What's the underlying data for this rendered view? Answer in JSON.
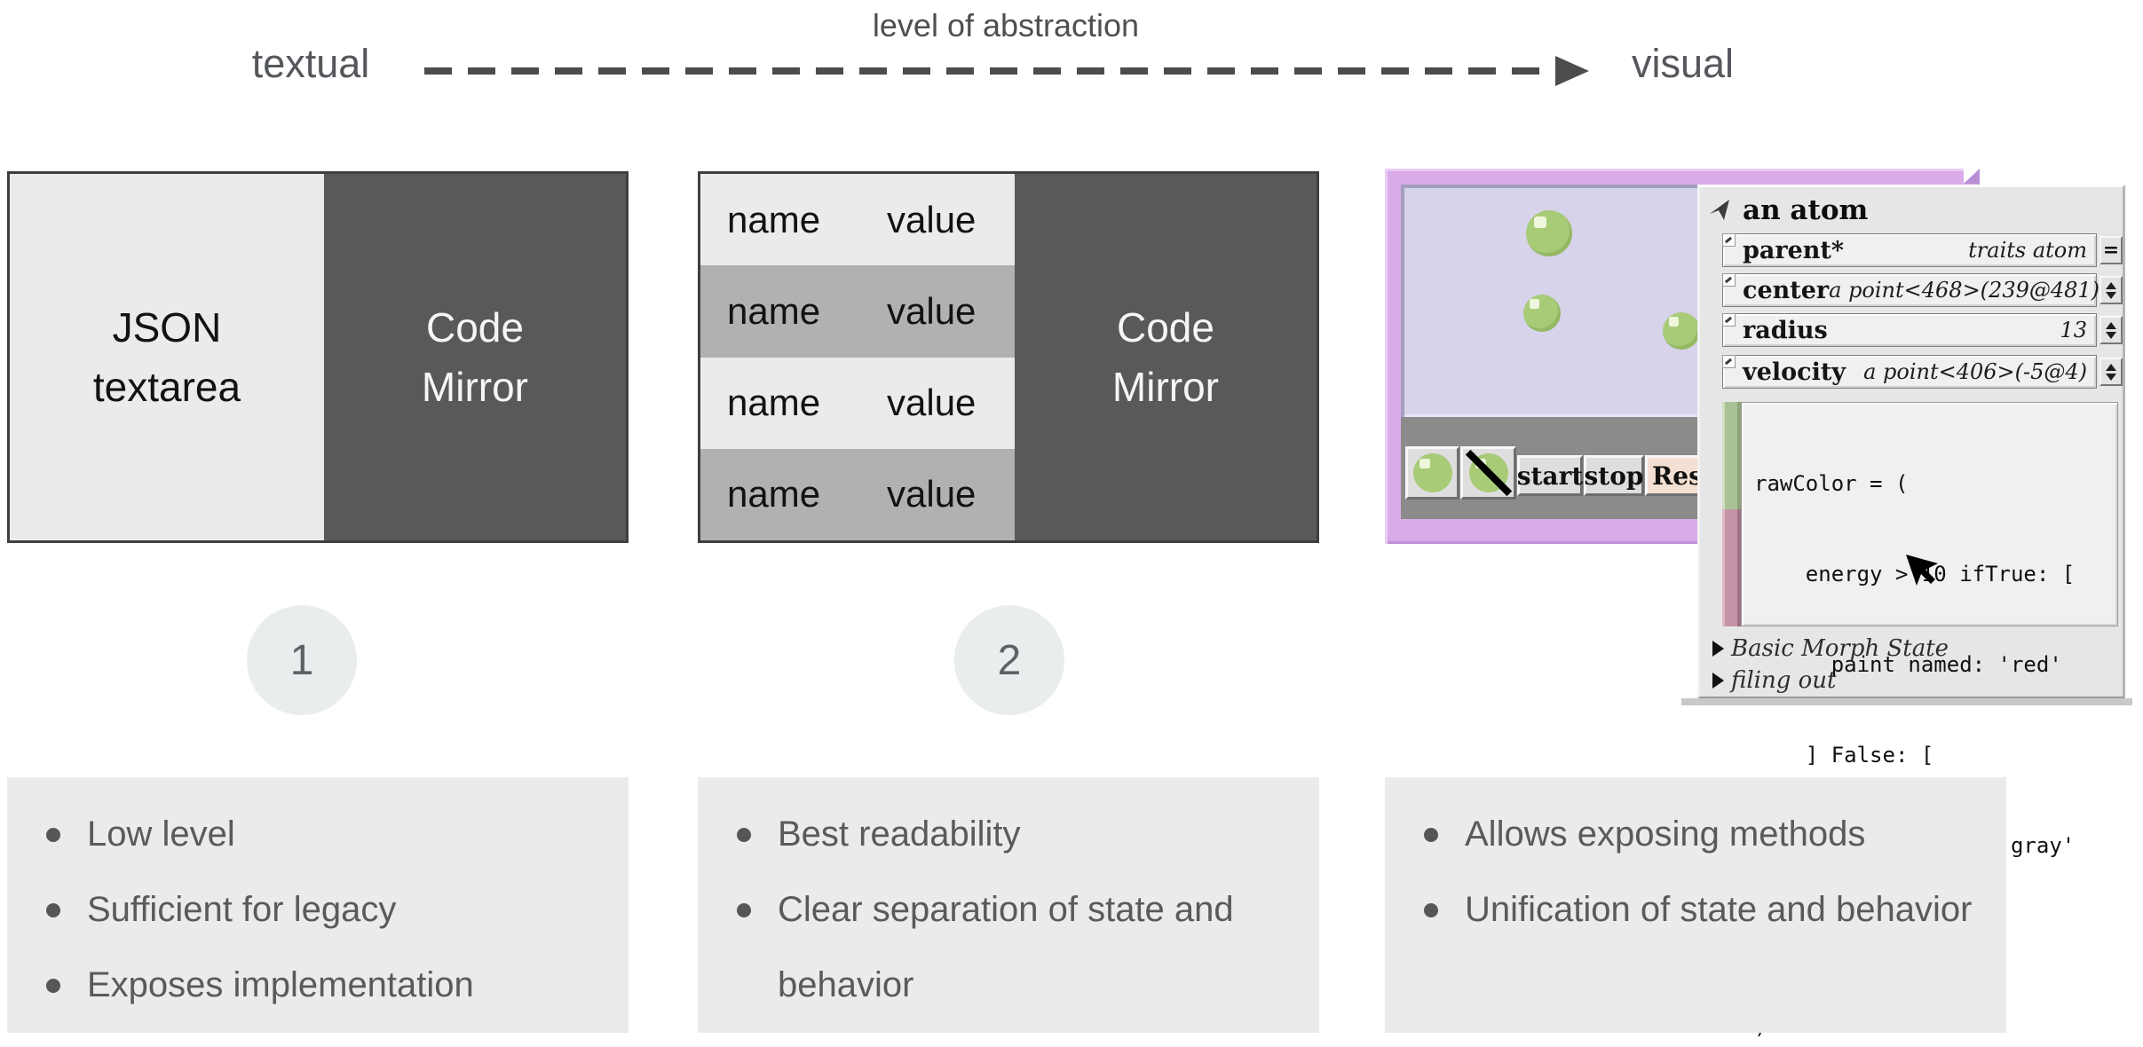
{
  "header": {
    "axis_label": "level of abstraction",
    "left_label": "textual",
    "right_label": "visual"
  },
  "approach1": {
    "number": "1",
    "box": {
      "left": "JSON textarea",
      "right": "Code Mirror"
    },
    "bullets": [
      "Low level",
      "Sufficient for legacy",
      "Exposes implementation"
    ]
  },
  "approach2": {
    "number": "2",
    "box": {
      "rows": [
        {
          "name": "name",
          "value": "value"
        },
        {
          "name": "name",
          "value": "value"
        },
        {
          "name": "name",
          "value": "value"
        },
        {
          "name": "name",
          "value": "value"
        }
      ],
      "right": "Code Mirror"
    },
    "bullets": [
      "Best readability",
      "Clear separation of state and behavior"
    ]
  },
  "approach3": {
    "bullets": [
      "Allows exposing methods",
      "Unification of state and behavior"
    ],
    "screenshot": {
      "toolbar": {
        "start": "start",
        "stop": "stop",
        "resize": "Resi"
      },
      "outliner": {
        "title": "an atom",
        "attributes": [
          {
            "name": "parent*",
            "value": "traits atom",
            "widget": "="
          },
          {
            "name": "center",
            "value": "a point<468>(239@481)"
          },
          {
            "name": "radius",
            "value": "13"
          },
          {
            "name": "velocity",
            "value": "a point<406>(-5@4)"
          }
        ],
        "code": [
          "rawColor = (",
          "    energy > 10 ifTrue: [",
          "      paint named: 'red'",
          "    ] False: [",
          "      paint named: 'gray'",
          "    ]",
          ")"
        ],
        "categories": [
          "Basic Morph State",
          "filing out"
        ]
      }
    }
  },
  "colors": {
    "card_dark": "#59595b",
    "card_light": "#e9ebec",
    "row_alt": "#b1b1b3",
    "window_purple": "#d9ace9",
    "canvas_lavender": "#d7d3ea",
    "ball_green": "#a7cb77",
    "stripe_green": "#a9c295",
    "stripe_pink": "#c493a7",
    "text_gray": "#5a5a5a"
  }
}
